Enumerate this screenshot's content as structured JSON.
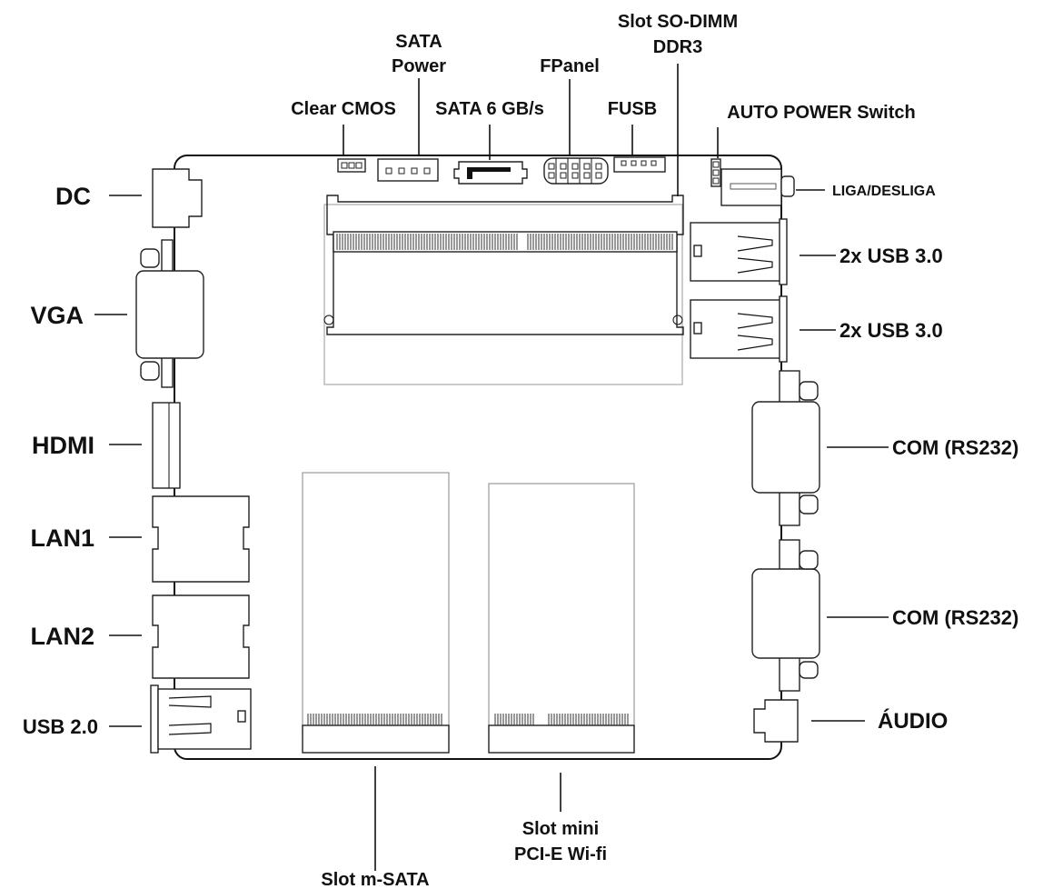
{
  "labels": {
    "dc": "DC",
    "vga": "VGA",
    "hdmi": "HDMI",
    "lan1": "LAN1",
    "lan2": "LAN2",
    "usb2": "USB 2.0",
    "clear_cmos": "Clear CMOS",
    "sata_power_line1": "SATA",
    "sata_power_line2": "Power",
    "sata6": "SATA 6 GB/s",
    "fpanel": "FPanel",
    "fusb": "FUSB",
    "sodimm_line1": "Slot SO-DIMM",
    "sodimm_line2": "DDR3",
    "auto_power": "AUTO POWER Switch",
    "liga": "LIGA/DESLIGA",
    "usb3_top": "2x USB 3.0",
    "usb3_bottom": "2x USB 3.0",
    "com_top": "COM (RS232)",
    "com_bottom": "COM (RS232)",
    "audio": "ÁUDIO",
    "msata": "Slot m-SATA",
    "minipcie_line1": "Slot mini",
    "minipcie_line2": "PCI-E Wi-fi"
  }
}
